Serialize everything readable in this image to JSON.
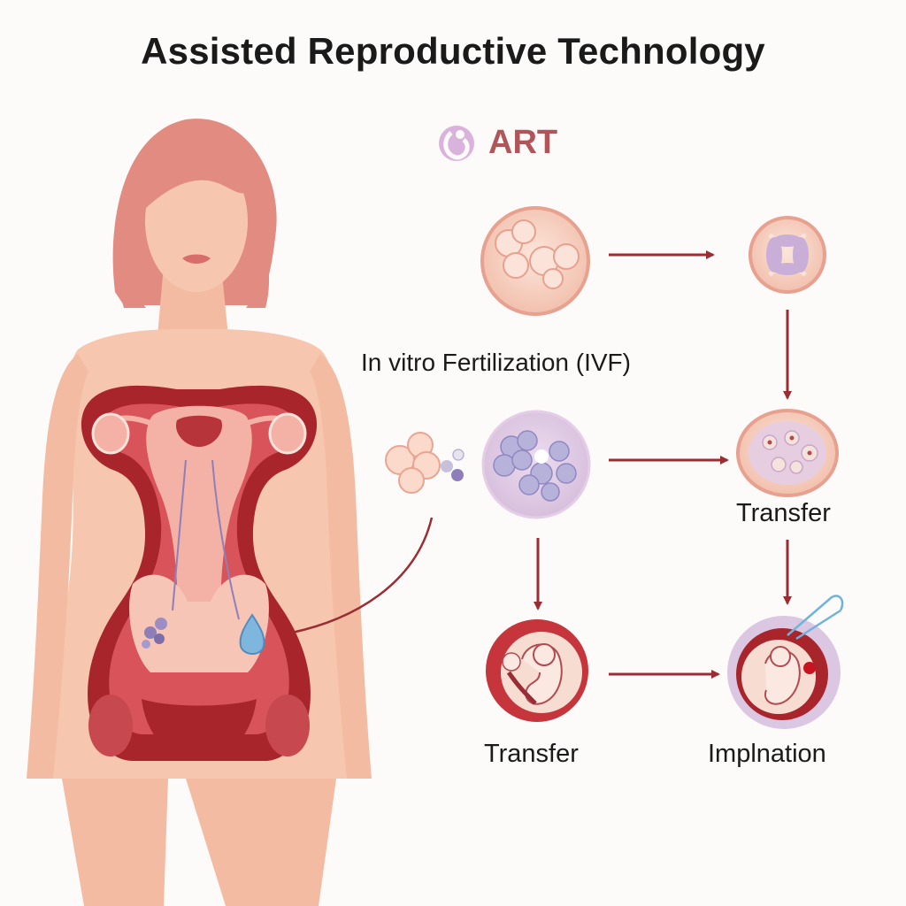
{
  "title": "Assisted Reproductive Technology",
  "art_logo": {
    "label": "ART",
    "icon": "art-logo-icon"
  },
  "labels": {
    "ivf": "In vitro Fertilization (IVF)",
    "transfer_right": "Transfer",
    "transfer_bottom": "Transfer",
    "implantation": "Implnation"
  },
  "colors": {
    "skin": "#f6c7ae",
    "hair": "#e0847a",
    "anatomy_dark": "#a9252c",
    "anatomy_mid": "#d9545a",
    "anatomy_light": "#f3b2a5",
    "arrow": "#9a2d33",
    "cell_fill": "#f7d4c6",
    "cell_ring": "#e8a08f",
    "purple": "#8f7fb9",
    "background": "#fdfbfa"
  }
}
